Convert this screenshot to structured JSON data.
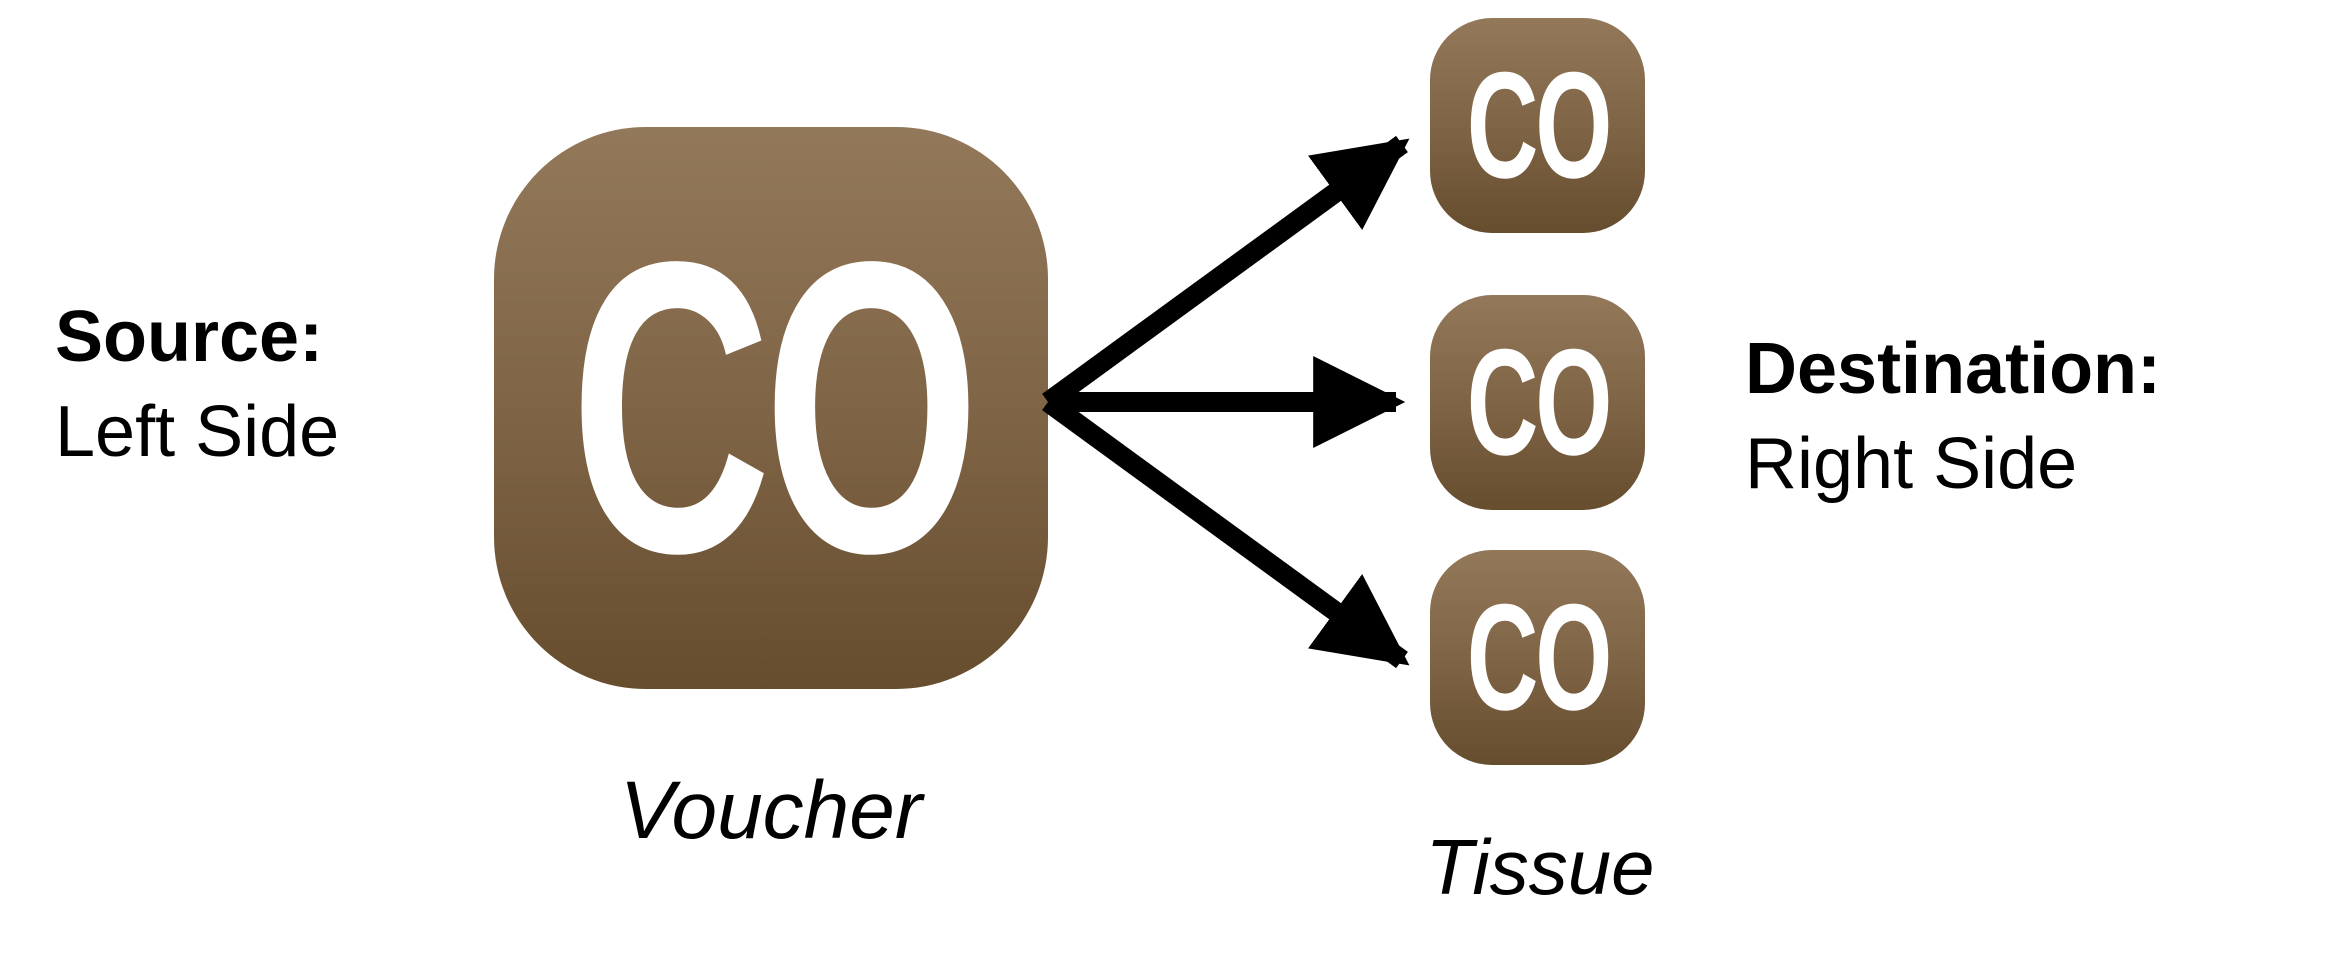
{
  "diagram": {
    "source": {
      "title": "Source:",
      "subtitle": "Left Side"
    },
    "destination": {
      "title": "Destination:",
      "subtitle": "Right Side"
    },
    "voucher": {
      "icon_text": "CO",
      "caption": "Voucher"
    },
    "tissue": {
      "icon_text": "CO",
      "caption": "Tissue",
      "count": 3
    },
    "colors": {
      "icon_gradient_top": "#93785a",
      "icon_gradient_bottom": "#664d2e",
      "icon_text": "#ffffff",
      "arrow": "#000000",
      "background": "#ffffff"
    }
  }
}
